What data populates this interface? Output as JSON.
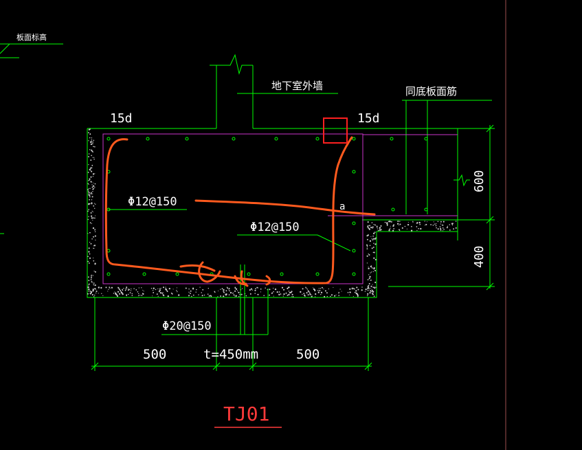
{
  "drawing": {
    "corner_label": "板面标高",
    "wall_label": "地下室外墙",
    "slab_label": "同底板面筋",
    "anchor_left": "15d",
    "anchor_right": "15d",
    "rebar_top": "Φ12@150",
    "rebar_mid": "Φ12@150",
    "rebar_bottom": "Φ20@150",
    "dim_left": "500",
    "dim_thickness": "t=450mm",
    "dim_right": "500",
    "dim_slab": "600",
    "dim_step": "400",
    "mark_a": "a",
    "title": "TJ01"
  },
  "colors": {
    "background": "#000000",
    "line": "#00ff00",
    "outline": "#cc33cc",
    "sketch": "#ff5a1e",
    "highlight": "#ff2020",
    "title": "#ff3a3a",
    "text": "#ffffff",
    "divider": "#a05050"
  }
}
